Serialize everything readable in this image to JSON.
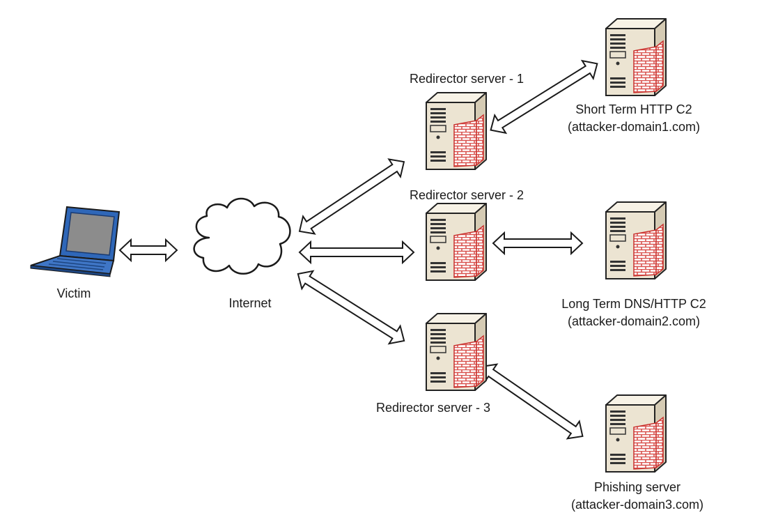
{
  "nodes": {
    "victim": {
      "label": "Victim",
      "icon": "laptop-icon"
    },
    "internet": {
      "label": "Internet",
      "icon": "cloud-icon"
    },
    "redirector1": {
      "label": "Redirector server - 1",
      "icon": "server-firewall-icon"
    },
    "redirector2": {
      "label": "Redirector server - 2",
      "icon": "server-firewall-icon"
    },
    "redirector3": {
      "label": "Redirector server - 3",
      "icon": "server-firewall-icon"
    },
    "short_c2": {
      "label": "Short Term HTTP C2",
      "domain": "(attacker-domain1.com)",
      "icon": "server-firewall-icon"
    },
    "long_c2": {
      "label": "Long Term DNS/HTTP C2",
      "domain": "(attacker-domain2.com)",
      "icon": "server-firewall-icon"
    },
    "phishing": {
      "label": "Phishing server",
      "domain": "(attacker-domain3.com)",
      "icon": "server-firewall-icon"
    }
  },
  "connections": [
    {
      "from": "victim",
      "to": "internet",
      "type": "bidirectional"
    },
    {
      "from": "internet",
      "to": "redirector1",
      "type": "bidirectional"
    },
    {
      "from": "internet",
      "to": "redirector2",
      "type": "bidirectional"
    },
    {
      "from": "internet",
      "to": "redirector3",
      "type": "bidirectional"
    },
    {
      "from": "redirector1",
      "to": "short_c2",
      "type": "bidirectional"
    },
    {
      "from": "redirector2",
      "to": "long_c2",
      "type": "bidirectional"
    },
    {
      "from": "redirector3",
      "to": "phishing",
      "type": "bidirectional"
    }
  ],
  "colors": {
    "server_body": "#ece4d2",
    "firewall_brick": "#d9534f",
    "laptop_screen": "#8c8c8c",
    "laptop_frame": "#2f67b8"
  }
}
